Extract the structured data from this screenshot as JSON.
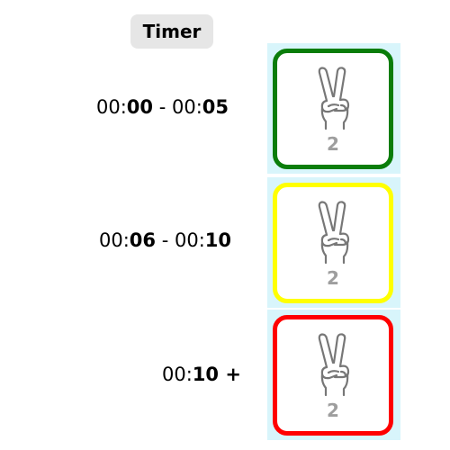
{
  "header": {
    "title": "Timer"
  },
  "rows": [
    {
      "range": {
        "start_min": "00:",
        "start_sec": "00",
        "sep": " - ",
        "end_min": "00:",
        "end_sec": "05"
      },
      "gesture_icon": "peace-hand-icon",
      "count": "2",
      "border_color": "#0a7d0a"
    },
    {
      "range": {
        "start_min": "00:",
        "start_sec": "06",
        "sep": " - ",
        "end_min": "00:",
        "end_sec": "10"
      },
      "gesture_icon": "peace-hand-icon",
      "count": "2",
      "border_color": "#ffff00"
    },
    {
      "range": {
        "start_min": "00:",
        "start_sec": "10",
        "plus": " +"
      },
      "gesture_icon": "peace-hand-icon",
      "count": "2",
      "border_color": "#ff0000"
    }
  ],
  "colors": {
    "panel_background": "#d8f5fb",
    "badge_background": "#e6e6e6",
    "count_text": "#9e9e9e"
  }
}
